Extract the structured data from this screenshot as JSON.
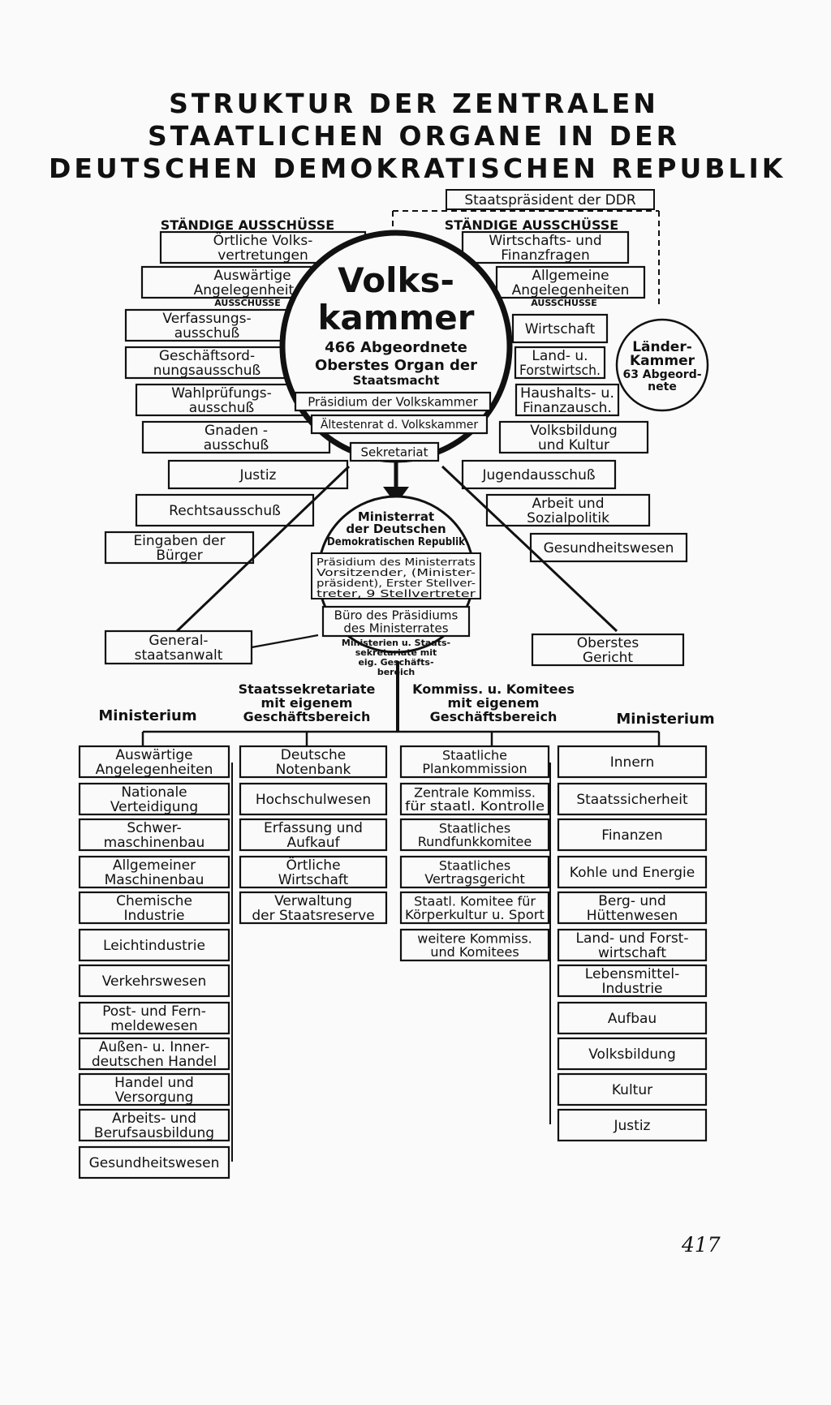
{
  "title": {
    "line1": "STRUKTUR DER ZENTRALEN",
    "line2": "STAATLICHEN ORGANE IN DER",
    "line3": "DEUTSCHEN DEMOKRATISCHEN REPUBLIK"
  },
  "staatspraesident": "Staatspräsident der DDR",
  "volkskammer": {
    "name_line1": "Volks-",
    "name_line2": "kammer",
    "members": "466 Abgeordnete",
    "desc_line1": "Oberstes Organ der",
    "desc_line2": "Staatsmacht",
    "praesidium": "Präsidium der Volkskammer",
    "aeltestenrat": "Ältestenrat d. Volkskammer",
    "sekretariat": "Sekretariat"
  },
  "laenderkammer": {
    "line1": "Länder-",
    "line2": "Kammer",
    "line3": "63 Abgeord-",
    "line4": "nete"
  },
  "left_committees": {
    "heading_staendige": "STÄNDIGE AUSSCHÜSSE",
    "heading_ausschuesse": "AUSSCHÜSSE",
    "items": [
      [
        "Örtliche Volks-",
        "vertretungen"
      ],
      [
        "Auswärtige",
        "Angelegenheiten"
      ],
      [
        "Verfassungs-",
        "ausschuß"
      ],
      [
        "Geschäftsord-",
        "nungsausschuß"
      ],
      [
        "Wahlprüfungs-",
        "ausschuß"
      ],
      [
        "Gnaden -",
        "ausschuß"
      ],
      [
        "Justiz"
      ],
      [
        "Rechtsausschuß"
      ],
      [
        "Eingaben der",
        "Bürger"
      ]
    ]
  },
  "right_committees": {
    "heading_staendige": "STÄNDIGE AUSSCHÜSSE",
    "heading_ausschuesse": "AUSSCHÜSSE",
    "items": [
      [
        "Wirtschafts- und",
        "Finanzfragen"
      ],
      [
        "Allgemeine",
        "Angelegenheiten"
      ],
      [
        "Wirtschaft"
      ],
      [
        "Land- u.",
        "Forstwirtsch."
      ],
      [
        "Haushalts- u.",
        "Finanzausch."
      ],
      [
        "Volksbildung",
        "und Kultur"
      ],
      [
        "Jugendausschuß"
      ],
      [
        "Arbeit und",
        "Sozialpolitik"
      ],
      [
        "Gesundheitswesen"
      ]
    ]
  },
  "ministerrat": {
    "line1": "Ministerrat",
    "line2": "der Deutschen",
    "line3": "Demokratischen Republik",
    "praesidium_lines": [
      "Präsidium des Ministerrats",
      "Vorsitzender, (Minister-",
      "präsident), Erster Stellver-",
      "treter, 9 Stellvertreter"
    ],
    "buero_lines": [
      "Büro des Präsidiums",
      "des Ministerrates"
    ],
    "bottom_lines": [
      "Ministerien u. Staats-",
      "sekretariate mit",
      "eig. Geschäfts-",
      "bereich"
    ]
  },
  "generalstaatsanwalt": [
    "General-",
    "staatsanwalt"
  ],
  "oberstes_gericht": [
    "Oberstes",
    "Gericht"
  ],
  "columns": {
    "ministerium_left_label": "Ministerium",
    "ministerium_right_label": "Ministerium",
    "staatssekretariate_label": [
      "Staatssekretariate",
      "mit eigenem",
      "Geschäftsbereich"
    ],
    "kommissionen_label": [
      "Kommiss. u. Komitees",
      "mit eigenem",
      "Geschäftsbereich"
    ]
  },
  "ministries_left": [
    [
      "Auswärtige",
      "Angelegenheiten"
    ],
    [
      "Nationale",
      "Verteidigung"
    ],
    [
      "Schwer-",
      "maschinenbau"
    ],
    [
      "Allgemeiner",
      "Maschinenbau"
    ],
    [
      "Chemische",
      "Industrie"
    ],
    [
      "Leichtindustrie"
    ],
    [
      "Verkehrswesen"
    ],
    [
      "Post- und Fern-",
      "meldewesen"
    ],
    [
      "Außen- u. Inner-",
      "deutschen Handel"
    ],
    [
      "Handel und",
      "Versorgung"
    ],
    [
      "Arbeits- und",
      "Berufsausbildung"
    ],
    [
      "Gesundheitswesen"
    ]
  ],
  "staatssekretariate": [
    [
      "Deutsche",
      "Notenbank"
    ],
    [
      "Hochschulwesen"
    ],
    [
      "Erfassung und",
      "Aufkauf"
    ],
    [
      "Örtliche",
      "Wirtschaft"
    ],
    [
      "Verwaltung",
      "der Staatsreserve"
    ]
  ],
  "kommissionen": [
    [
      "Staatliche",
      "Plankommission"
    ],
    [
      "Zentrale Kommiss.",
      "für staatl. Kontrolle"
    ],
    [
      "Staatliches",
      "Rundfunkkomitee"
    ],
    [
      "Staatliches",
      "Vertragsgericht"
    ],
    [
      "Staatl. Komitee für",
      "Körperkultur u. Sport"
    ],
    [
      "weitere Kommiss.",
      "und Komitees"
    ]
  ],
  "ministries_right": [
    [
      "Innern"
    ],
    [
      "Staatssicherheit"
    ],
    [
      "Finanzen"
    ],
    [
      "Kohle und Energie"
    ],
    [
      "Berg- und",
      "Hüttenwesen"
    ],
    [
      "Land- und Forst-",
      "wirtschaft"
    ],
    [
      "Lebensmittel-",
      "Industrie"
    ],
    [
      "Aufbau"
    ],
    [
      "Volksbildung"
    ],
    [
      "Kultur"
    ],
    [
      "Justiz"
    ]
  ],
  "page_number": "417"
}
